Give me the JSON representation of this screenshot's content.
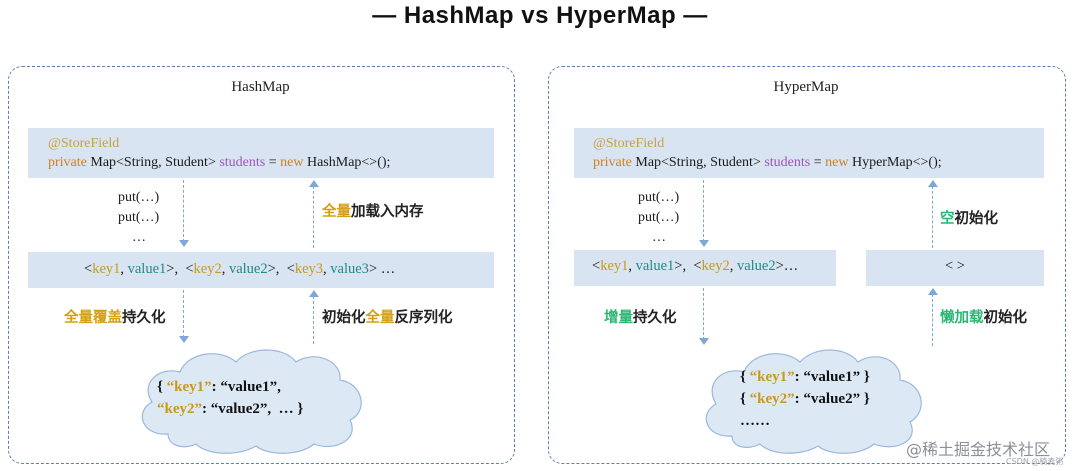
{
  "title": "— HashMap  vs  HyperMap —",
  "left": {
    "label": "HashMap",
    "code_annotation": "@StoreField",
    "code_private": "private",
    "code_type": " Map<String, Student> ",
    "code_var": "students",
    "code_eq": " = ",
    "code_new": "new",
    "code_ctor": " HashMap<>();",
    "puts": [
      "put(…)",
      "put(…)",
      "…"
    ],
    "entries": [
      {
        "key": "key1",
        "value": "value1"
      },
      {
        "key": "key2",
        "value": "value2"
      },
      {
        "key": "key3",
        "value": "value3"
      }
    ],
    "entries_tail": " …",
    "load_label_a": "全量",
    "load_label_b": "加载入内存",
    "persist_label_a": "全量覆盖",
    "persist_label_b": "持久化",
    "init_label_a": "初始化",
    "init_label_b": "全量",
    "init_label_c": "反序列化",
    "json_line1_pre": "{ ",
    "json_line1_key": "“key1”",
    "json_line1_post": ": “value1”,",
    "json_line2_key": "“key2”",
    "json_line2_post": ": “value2”,  … }"
  },
  "right": {
    "label": "HyperMap",
    "code_annotation": "@StoreField",
    "code_private": "private",
    "code_type": " Map<String, Student> ",
    "code_var": "students",
    "code_eq": " = ",
    "code_new": "new",
    "code_ctor": " HyperMap<>();",
    "puts": [
      "put(…)",
      "put(…)",
      "…"
    ],
    "entries": [
      {
        "key": "key1",
        "value": "value1"
      },
      {
        "key": "key2",
        "value": "value2"
      }
    ],
    "entries_tail": "…",
    "empty_map": "< >",
    "empty_init_a": "空",
    "empty_init_b": "初始化",
    "persist_label_a": "增量",
    "persist_label_b": "持久化",
    "lazy_label_a": "懒加载",
    "lazy_label_b": "初始化",
    "json_line1_pre": "{ ",
    "json_line1_key": "“key1”",
    "json_line1_post": ": “value1” }",
    "json_line2_pre": "{ ",
    "json_line2_key": "“key2”",
    "json_line2_post": ": “value2” }",
    "json_line3": "……"
  },
  "watermark": "@稀土掘金技术社区",
  "watermark_sub": "CSDN @楠麦粥",
  "colors": {
    "border": "#5b7fb0",
    "bar": "#d9e4f2",
    "gold": "#d4a017",
    "green": "#2bb673",
    "cloud": "#dde8f5"
  }
}
